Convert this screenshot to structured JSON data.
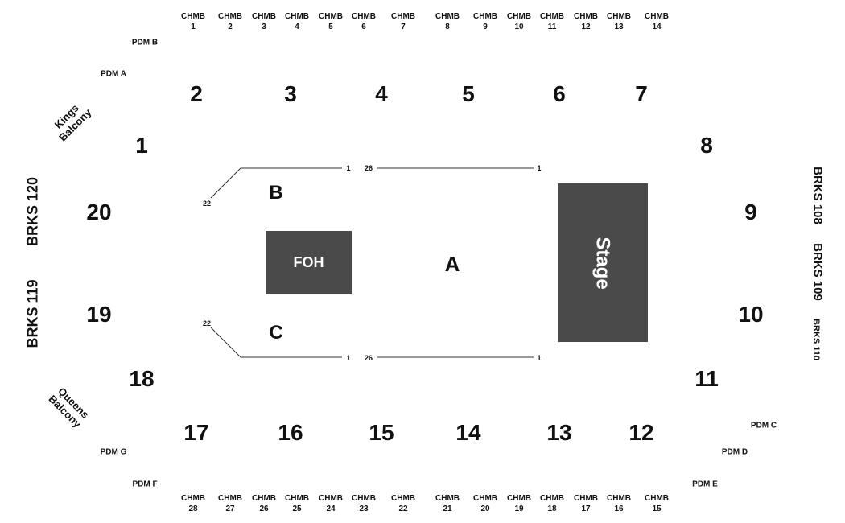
{
  "chambers_top": [
    {
      "prefix": "CHMB",
      "num": "1"
    },
    {
      "prefix": "CHMB",
      "num": "2"
    },
    {
      "prefix": "CHMB",
      "num": "3"
    },
    {
      "prefix": "CHMB",
      "num": "4"
    },
    {
      "prefix": "CHMB",
      "num": "5"
    },
    {
      "prefix": "CHMB",
      "num": "6"
    },
    {
      "prefix": "CHMB",
      "num": "7"
    },
    {
      "prefix": "CHMB",
      "num": "8"
    },
    {
      "prefix": "CHMB",
      "num": "9"
    },
    {
      "prefix": "CHMB",
      "num": "10"
    },
    {
      "prefix": "CHMB",
      "num": "11"
    },
    {
      "prefix": "CHMB",
      "num": "12"
    },
    {
      "prefix": "CHMB",
      "num": "13"
    },
    {
      "prefix": "CHMB",
      "num": "14"
    }
  ],
  "chambers_bottom": [
    {
      "prefix": "CHMB",
      "num": "28"
    },
    {
      "prefix": "CHMB",
      "num": "27"
    },
    {
      "prefix": "CHMB",
      "num": "26"
    },
    {
      "prefix": "CHMB",
      "num": "25"
    },
    {
      "prefix": "CHMB",
      "num": "24"
    },
    {
      "prefix": "CHMB",
      "num": "23"
    },
    {
      "prefix": "CHMB",
      "num": "22"
    },
    {
      "prefix": "CHMB",
      "num": "21"
    },
    {
      "prefix": "CHMB",
      "num": "20"
    },
    {
      "prefix": "CHMB",
      "num": "19"
    },
    {
      "prefix": "CHMB",
      "num": "18"
    },
    {
      "prefix": "CHMB",
      "num": "17"
    },
    {
      "prefix": "CHMB",
      "num": "16"
    },
    {
      "prefix": "CHMB",
      "num": "15"
    }
  ],
  "pdm": {
    "a": "PDM A",
    "b": "PDM B",
    "c": "PDM C",
    "d": "PDM D",
    "e": "PDM E",
    "f": "PDM F",
    "g": "PDM G"
  },
  "balconies": {
    "kings_line1": "Kings",
    "kings_line2": "Balcony",
    "queens_line1": "Queens",
    "queens_line2": "Balcony"
  },
  "boxes": {
    "brks_120": "BRKS 120",
    "brks_119": "BRKS 119",
    "brks_108": "BRKS 108",
    "brks_109": "BRKS 109",
    "brks_110": "BRKS 110"
  },
  "sections": {
    "s1": "1",
    "s2": "2",
    "s3": "3",
    "s4": "4",
    "s5": "5",
    "s6": "6",
    "s7": "7",
    "s8": "8",
    "s9": "9",
    "s10": "10",
    "s11": "11",
    "s12": "12",
    "s13": "13",
    "s14": "14",
    "s15": "15",
    "s16": "16",
    "s17": "17",
    "s18": "18",
    "s19": "19",
    "s20": "20"
  },
  "floor": {
    "a": "A",
    "b": "B",
    "c": "C",
    "foh": "FOH",
    "stage": "Stage",
    "b_row_start": "22",
    "b_row_end": "1",
    "b_row_a_start": "26",
    "b_row_a_end": "1",
    "c_row_start": "22",
    "c_row_end": "1",
    "c_row_a_start": "26",
    "c_row_a_end": "1"
  }
}
